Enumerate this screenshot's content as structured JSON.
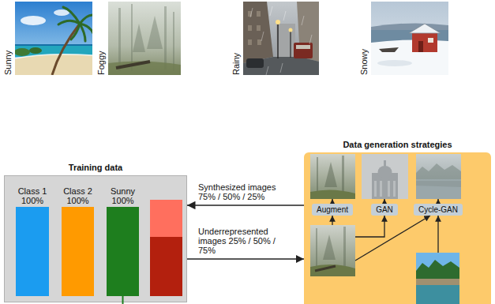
{
  "diagram": {
    "nodes": [
      {
        "text": [
          "Training data"
        ]
      },
      {
        "text": [
          "Class 1 100%"
        ],
        "in": 0
      },
      {
        "text": [
          "Class 2 100%"
        ],
        "in": 0
      },
      {
        "text": [
          "Sunny 100%"
        ],
        "in": 0
      },
      {
        "text": [
          "Data generation strategies"
        ]
      },
      {
        "text": [
          "Augment"
        ],
        "in": 4
      },
      {
        "text": [
          "GAN"
        ],
        "in": 4
      },
      {
        "text": [
          "Cycle-GAN"
        ],
        "in": 4
      }
    ],
    "edges": [
      {
        "from": 4,
        "to": 0,
        "arrow": "to",
        "label": "Synthesized images 75% / 50% / 25%"
      },
      {
        "from": 0,
        "to": 4,
        "arrow": "to",
        "label": "Underrepresented images 25% / 50% / 75%"
      }
    ],
    "labels": [
      "Sunny",
      "Foggy",
      "Rainy",
      "Snowy"
    ]
  }
}
